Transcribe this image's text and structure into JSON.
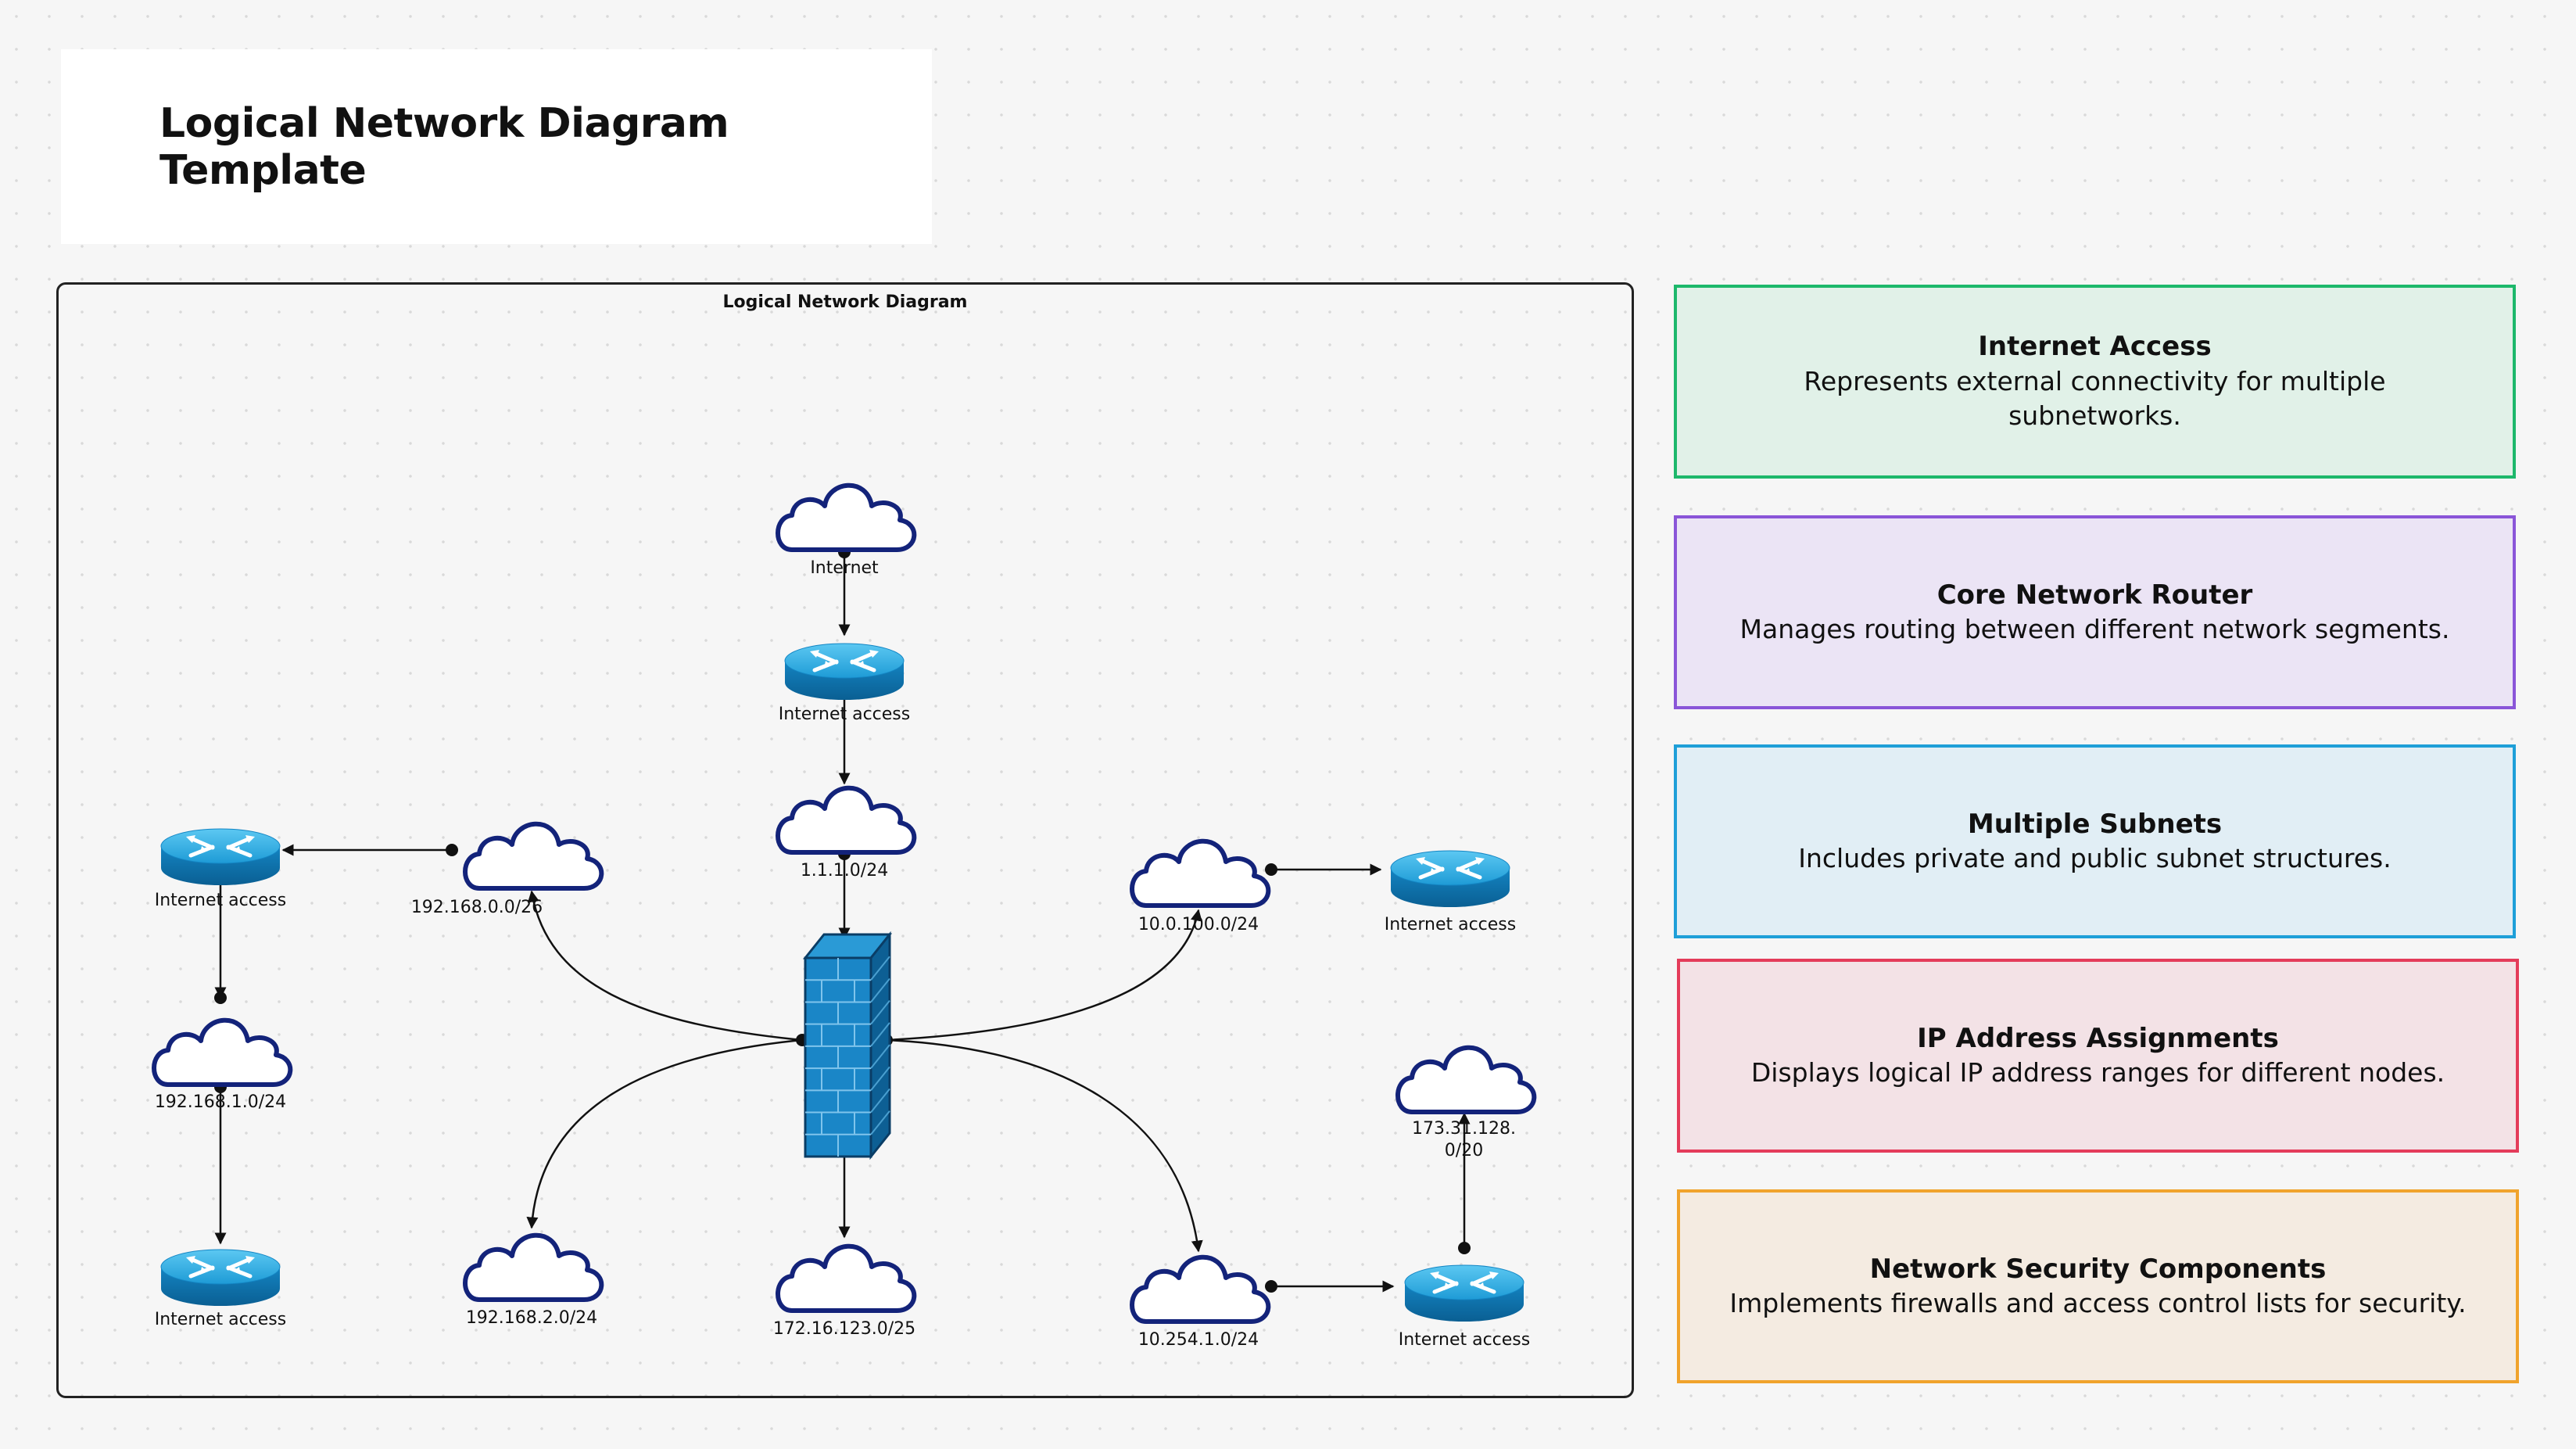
{
  "page": {
    "title": "Logical Network Diagram Template"
  },
  "diagram": {
    "title": "Logical Network Diagram",
    "nodes": {
      "internet_cloud": "Internet",
      "router_top": "Internet access",
      "cloud_1_1_1": "1.1.1.0/24",
      "router_left": "Internet access",
      "cloud_192_168_0": "192.168.0.0/26",
      "cloud_192_168_1": "192.168.1.0/24",
      "router_bottom_left": "Internet access",
      "cloud_192_168_2": "192.168.2.0/24",
      "cloud_172_16": "172.16.123.0/25",
      "cloud_10_0_100": "10.0.100.0/24",
      "router_right": "Internet access",
      "cloud_173_31": "173.31.128.0/20",
      "cloud_10_254": "10.254.1.0/24",
      "router_bottom_right": "Internet access"
    }
  },
  "cards": [
    {
      "title": "Internet Access",
      "description": "Represents external connectivity for multiple subnetworks.",
      "border": "#1db86b",
      "fill": "#e1f1e8"
    },
    {
      "title": "Core Network Router",
      "description": "Manages routing between different network segments.",
      "border": "#8a55d8",
      "fill": "#ebe4f5"
    },
    {
      "title": "Multiple Subnets",
      "description": "Includes private and public subnet structures.",
      "border": "#1e9fd8",
      "fill": "#e1eef5"
    },
    {
      "title": "IP Address Assignments",
      "description": "Displays logical IP address ranges for different nodes.",
      "border": "#e43c5a",
      "fill": "#f3e2e6"
    },
    {
      "title": "Network Security Components",
      "description": "Implements firewalls and access control lists for security.",
      "border": "#f0a32c",
      "fill": "#f4ebe1"
    }
  ],
  "colors": {
    "cloud_stroke": "#13237a",
    "router_top": "#2bb0e8",
    "router_side": "#0d6fa8",
    "firewall_front": "#1a86c7",
    "firewall_side": "#0d5f94",
    "connector": "#111111"
  }
}
